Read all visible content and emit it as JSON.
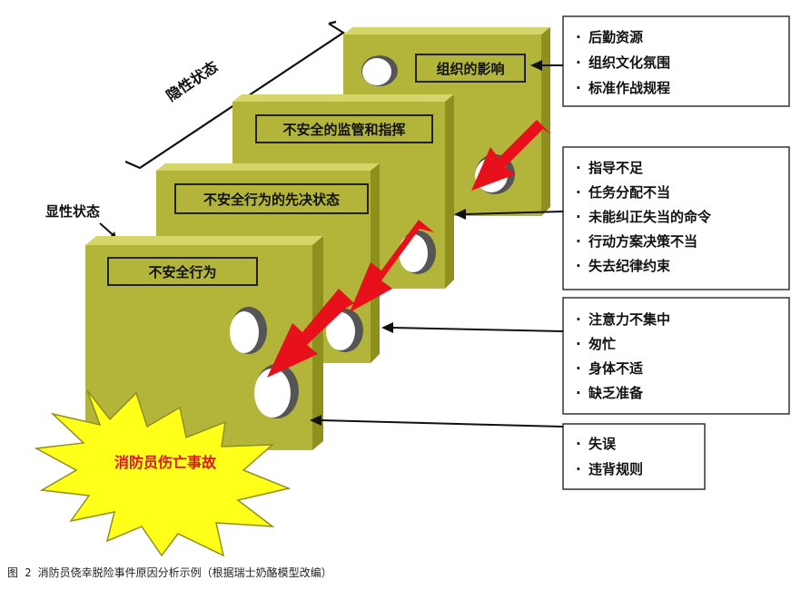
{
  "labels": {
    "latent": "隐性状态",
    "active": "显性状态"
  },
  "layers": [
    {
      "label": "组织的影响"
    },
    {
      "label": "不安全的监管和指挥"
    },
    {
      "label": "不安全行为的先决状态"
    },
    {
      "label": "不安全行为"
    }
  ],
  "factor_groups": [
    {
      "items": [
        "后勤资源",
        "组织文化氛围",
        "标准作战规程"
      ]
    },
    {
      "items": [
        "指导不足",
        "任务分配不当",
        "未能纠正失当的命令",
        "行动方案决策不当",
        "失去纪律约束"
      ]
    },
    {
      "items": [
        "注意力不集中",
        "匆忙",
        "身体不适",
        "缺乏准备"
      ]
    },
    {
      "items": [
        "失误",
        "违背规则"
      ]
    }
  ],
  "outcome": "消防员伤亡事故",
  "caption": "图 2 消防员侥幸脱险事件原因分析示例（根据瑞士奶酪模型改编）",
  "bullet": "·",
  "colors": {
    "slab_front": "#b3b53a",
    "slab_top": "#d4d66a",
    "slab_side": "#8e901e",
    "arrow": "#e8101a",
    "burst": "#ffff1a",
    "outcome_text": "#e0141c"
  }
}
